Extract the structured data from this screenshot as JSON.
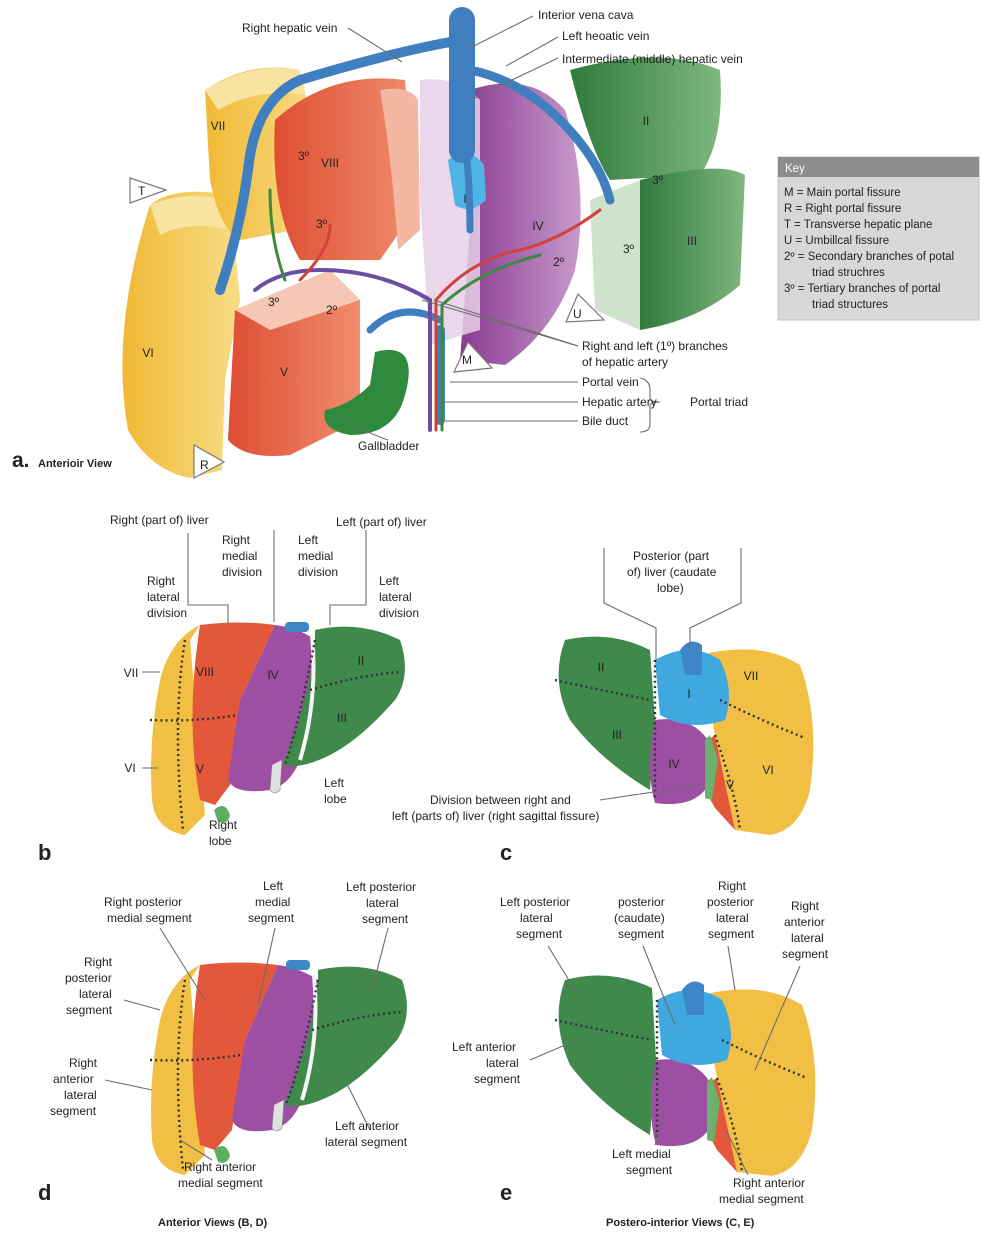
{
  "panel_a": {
    "label_letter": "a.",
    "caption": "Anterioir View",
    "labels": {
      "inferior_vena_cava": "Interior vena cava",
      "left_hepatic_vein": "Left heoatic vein",
      "middle_hepatic_vein": "Intermediate (middle) hepatic vein",
      "right_hepatic_vein": "Right hepatic vein",
      "hepatic_artery_branches_1": "Right and left (1º) branches",
      "hepatic_artery_branches_2": "of hepatic artery",
      "portal_vein": "Portal vein",
      "hepatic_artery": "Hepatic artery",
      "bile_duct": "Bile duct",
      "portal_triad": "Portal triad",
      "gallbladder": "Gallbladder"
    },
    "segments": {
      "I": "I",
      "II": "II",
      "III": "III",
      "IV": "IV",
      "V": "V",
      "VI": "VI",
      "VII": "VII",
      "VIII": "VIII"
    },
    "fissure_markers": {
      "T": "T",
      "U": "U",
      "M": "M",
      "R": "R"
    },
    "branch_marks": {
      "tertiary": "3º",
      "secondary": "2º"
    }
  },
  "key": {
    "title": "Key",
    "lines": [
      "M = Main portal fissure",
      "R = Right portal fissure",
      "T = Transverse hepatic plane",
      "U = Umbillcal fissure",
      "2º = Secondary branches of potal",
      "triad struchres",
      "3º = Tertiary branches of portal",
      "triad structures"
    ]
  },
  "panel_b": {
    "letter": "b",
    "labels": {
      "right_liver": "Right (part of) liver",
      "left_liver": "Left (part of) liver",
      "right_medial_1": "Right",
      "right_medial_2": "medial",
      "right_medial_3": "division",
      "left_medial_1": "Left",
      "left_medial_2": "medial",
      "left_medial_3": "division",
      "right_lateral_1": "Right",
      "right_lateral_2": "lateral",
      "right_lateral_3": "division",
      "left_lateral_1": "Left",
      "left_lateral_2": "lateral",
      "left_lateral_3": "division",
      "left_lobe_1": "Left",
      "left_lobe_2": "lobe",
      "right_lobe_1": "Right",
      "right_lobe_2": "lobe"
    },
    "segments": {
      "II": "II",
      "III": "III",
      "IV": "IV",
      "V": "V",
      "VI": "VI",
      "VII": "VII",
      "VIII": "VIII"
    }
  },
  "panel_c": {
    "letter": "c",
    "labels": {
      "posterior_1": "Posterior (part",
      "posterior_2": "of) liver (caudate",
      "posterior_3": "lobe)",
      "division_1": "Division between right and",
      "division_2": "left (parts of) liver (right sagittal fissure)"
    },
    "segments": {
      "I": "I",
      "II": "II",
      "III": "III",
      "IV": "IV",
      "V": "V",
      "VI": "VI",
      "VII": "VII"
    }
  },
  "panel_d": {
    "letter": "d",
    "labels": {
      "rpms_1": "Right posterior",
      "rpms_2": "medial segment",
      "lms_1": "Left",
      "lms_2": "medial",
      "lms_3": "segment",
      "lpls_1": "Left posterior",
      "lpls_2": "lateral",
      "lpls_3": "segment",
      "rpls_1": "Right",
      "rpls_2": "posterior",
      "rpls_3": "lateral",
      "rpls_4": "segment",
      "rals_1": "Right",
      "rals_2": "anterior",
      "rals_3": "lateral",
      "rals_4": "segment",
      "lals_1": "Left anterior",
      "lals_2": "lateral segment",
      "rams_1": "Right anterior",
      "rams_2": "medial segment"
    }
  },
  "panel_e": {
    "letter": "e",
    "labels": {
      "lpls_1": "Left posterior",
      "lpls_2": "lateral",
      "lpls_3": "segment",
      "pcs_1": "posterior",
      "pcs_2": "(caudate)",
      "pcs_3": "segment",
      "rpls_1": "Right",
      "rpls_2": "posterior",
      "rpls_3": "lateral",
      "rpls_4": "segment",
      "rals_1": "Right",
      "rals_2": "anterior",
      "rals_3": "lateral",
      "rals_4": "segment",
      "lals_1": "Left anterior",
      "lals_2": "lateral",
      "lals_3": "segment",
      "lms_1": "Left medial",
      "lms_2": "segment",
      "rams_1": "Right anterior",
      "rams_2": "medial segment"
    }
  },
  "captions": {
    "anterior_views": "Anterior Views (B, D)",
    "postero_views": "Postero-interior Views (C, E)"
  },
  "colors": {
    "yellow": "#f2c14a",
    "yellow_light": "#f7dd8a",
    "red": "#e35b3c",
    "red_light": "#f2a98e",
    "purple": "#9b4ea0",
    "purple_light": "#d9b6dc",
    "green": "#3f8a4b",
    "green_light": "#a9cfa8",
    "blue": "#4a86c5",
    "caudate_blue": "#3fa9df",
    "key_bg": "#d6d6d6",
    "key_header": "#8c8c8c"
  }
}
